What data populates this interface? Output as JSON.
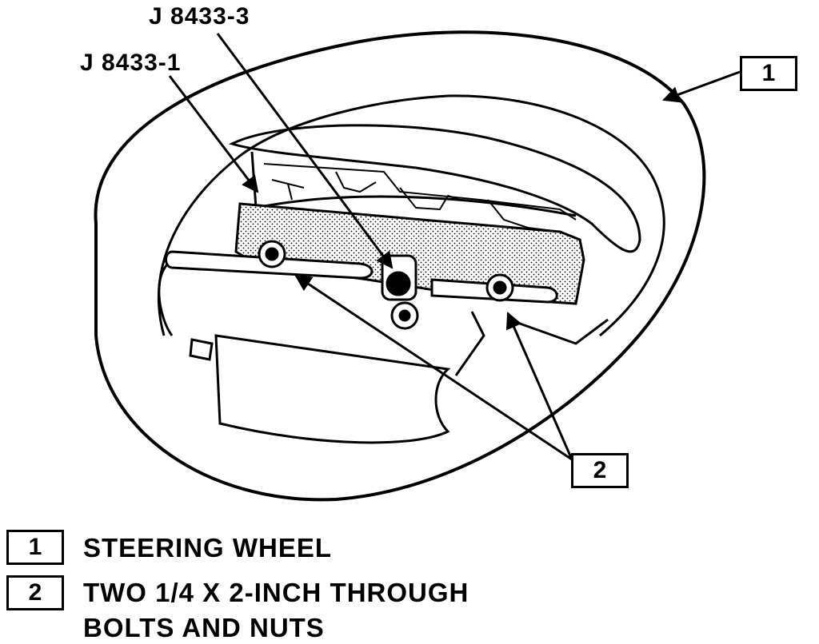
{
  "callouts": {
    "tool_upper": "J 8433-3",
    "tool_lower": "J 8433-1",
    "ref_1": "1",
    "ref_2": "2"
  },
  "legend": [
    {
      "num": "1",
      "text_lines": [
        "STEERING WHEEL"
      ]
    },
    {
      "num": "2",
      "text_lines": [
        "TWO 1/4 X 2-INCH THROUGH",
        "BOLTS AND NUTS"
      ]
    }
  ]
}
